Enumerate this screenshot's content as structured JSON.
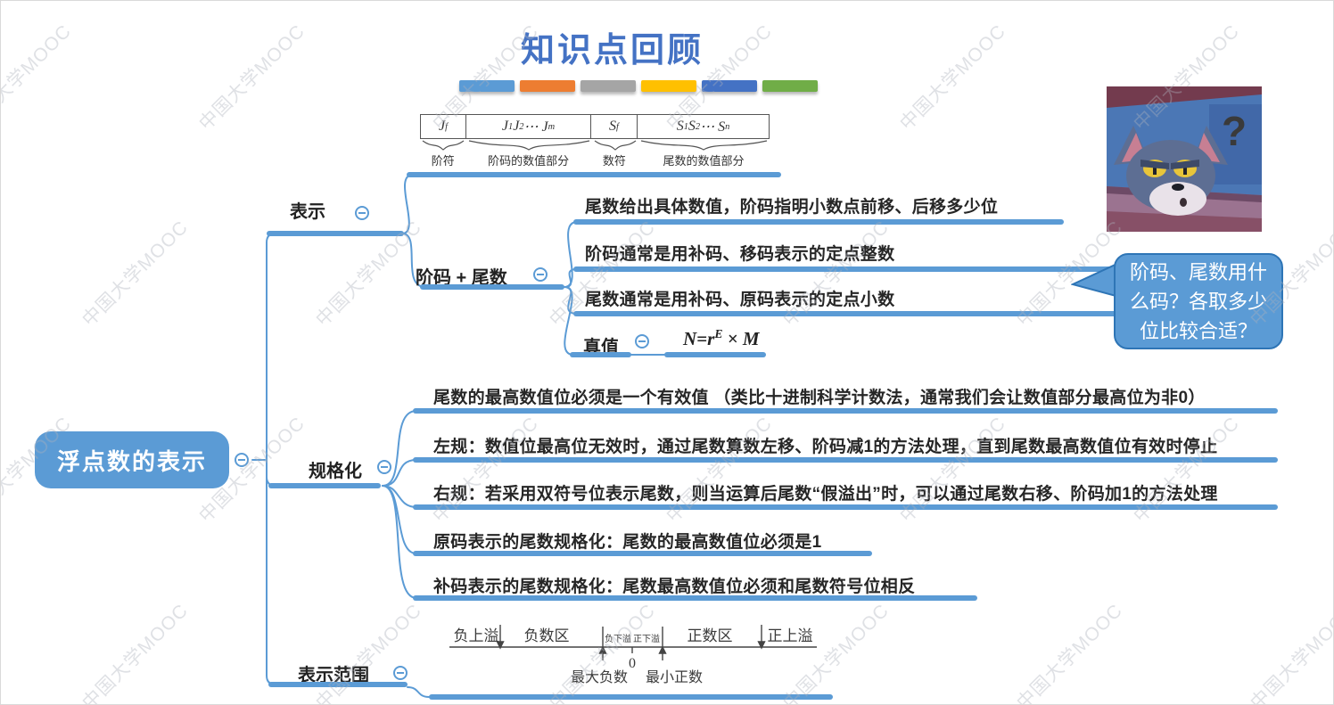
{
  "title": "知识点回顾",
  "accent_bars": {
    "colors": [
      "#5B9BD5",
      "#ED7D31",
      "#A5A5A5",
      "#FFC000",
      "#4472C4",
      "#70AD47"
    ]
  },
  "watermark_text": "中国大学MOOC",
  "colors": {
    "line_blue": "#5B9BD5",
    "title_blue": "#4472C4"
  },
  "mindmap": {
    "root": "浮点数的表示",
    "branches": {
      "biaoshi": {
        "label": "表示",
        "register_diagram": {
          "cells": [
            "J_f",
            "J_1J_2 ⋯ J_m",
            "S_f",
            "S_1S_2 ⋯ S_n"
          ],
          "labels": [
            "阶符",
            "阶码的数值部分",
            "数符",
            "尾数的数值部分"
          ]
        },
        "jiema_weishu": {
          "label": "阶码 + 尾数",
          "items": [
            "尾数给出具体数值，阶码指明小数点前移、后移多少位",
            "阶码通常是用补码、移码表示的定点整数",
            "尾数通常是用补码、原码表示的定点小数"
          ],
          "zhenzhi": {
            "label": "真值",
            "formula": "N=r^E × M"
          }
        }
      },
      "guigehua": {
        "label": "规格化",
        "items": [
          "尾数的最高数值位必须是一个有效值 （类比十进制科学计数法，通常我们会让数值部分最高位为非0）",
          "左规：数值位最高位无效时，通过尾数算数左移、阶码减1的方法处理，直到尾数最高数值位有效时停止",
          "右规：若采用双符号位表示尾数，则当运算后尾数“假溢出”时，可以通过尾数右移、阶码加1的方法处理",
          "原码表示的尾数规格化：尾数的最高数值位必须是1",
          "补码表示的尾数规格化：尾数最高数值位必须和尾数符号位相反"
        ]
      },
      "fanwei": {
        "label": "表示范围",
        "number_line": {
          "neg_overflow": "负上溢",
          "neg_region": "负数区",
          "neg_underflow": "负下溢",
          "pos_underflow": "正下溢",
          "zero": "0",
          "pos_region": "正数区",
          "pos_overflow": "正上溢",
          "max_negative": "最大负数",
          "min_positive": "最小正数"
        }
      }
    }
  },
  "speech_bubble": "阶码、尾数用什么码？各取多少位比较合适？",
  "meme": {
    "question_mark": "?"
  }
}
